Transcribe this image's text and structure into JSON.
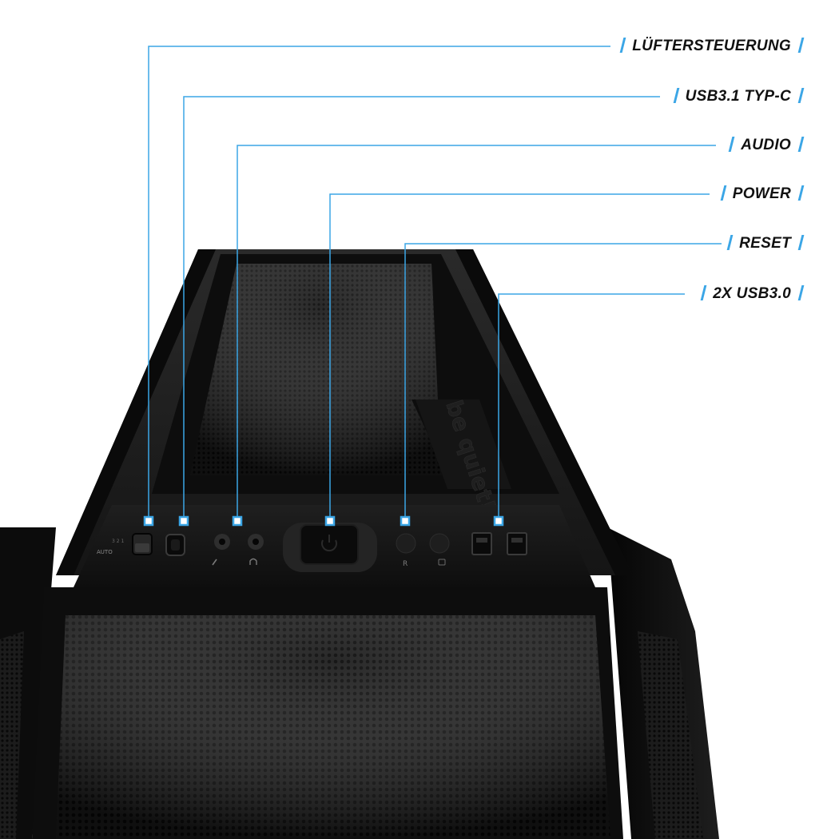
{
  "accent_color": "#3ba6e6",
  "case_color": "#121212",
  "callouts": [
    {
      "id": "fan-control",
      "label": "LÜFTERSTEUERUNG"
    },
    {
      "id": "usb-c",
      "label": "USB3.1 TYP-C"
    },
    {
      "id": "audio",
      "label": "AUDIO"
    },
    {
      "id": "power",
      "label": "POWER"
    },
    {
      "id": "reset",
      "label": "RESET"
    },
    {
      "id": "usb3",
      "label": "2X USB3.0"
    }
  ],
  "panel": {
    "brand": "be quiet!",
    "fan_switch_label": "AUTO",
    "fan_switch_levels": "3 2 1",
    "reset_button_label": "R",
    "hdd_led_icon": "disk-icon",
    "mic_icon": "microphone-icon",
    "headphone_icon": "headphone-icon",
    "power_icon": "power-icon"
  }
}
